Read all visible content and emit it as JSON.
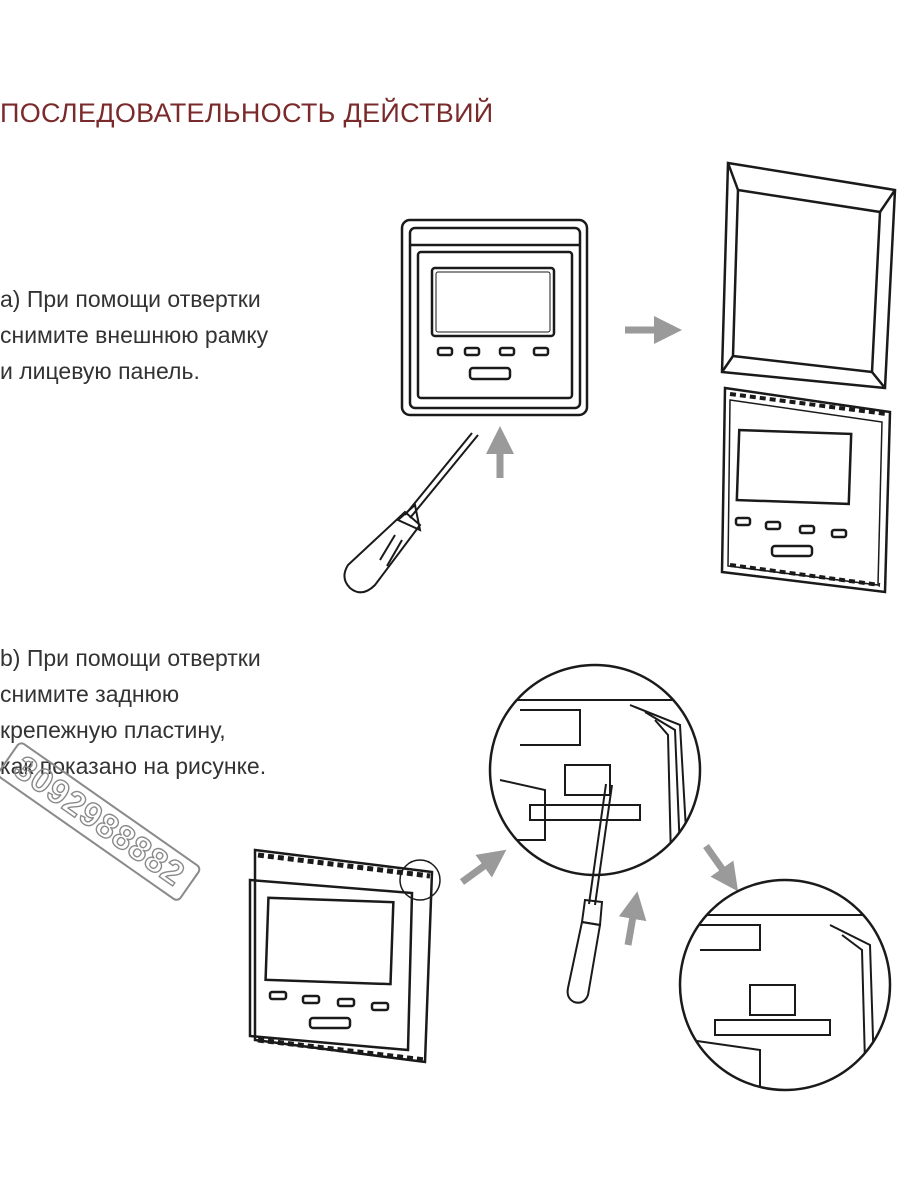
{
  "title": "ПОСЛЕДОВАТЕЛЬНОСТЬ ДЕЙСТВИЙ",
  "colors": {
    "title": "#7a2a2a",
    "text": "#333333",
    "line": "#1a1a1a",
    "arrow": "#9a9a9a"
  },
  "step_a": {
    "lines": [
      "а) При помощи отвертки",
      "снимите внешнюю рамку",
      "и лицевую панель."
    ]
  },
  "step_b": {
    "lines": [
      "b) При помощи отвертки",
      "снимите заднюю",
      "крепежную пластину,",
      "как показано на рисунке."
    ]
  },
  "watermark": "3092988882",
  "icons": [
    "screwdriver-icon",
    "arrow-right-icon",
    "arrow-up-icon",
    "arrow-down-right-icon"
  ]
}
